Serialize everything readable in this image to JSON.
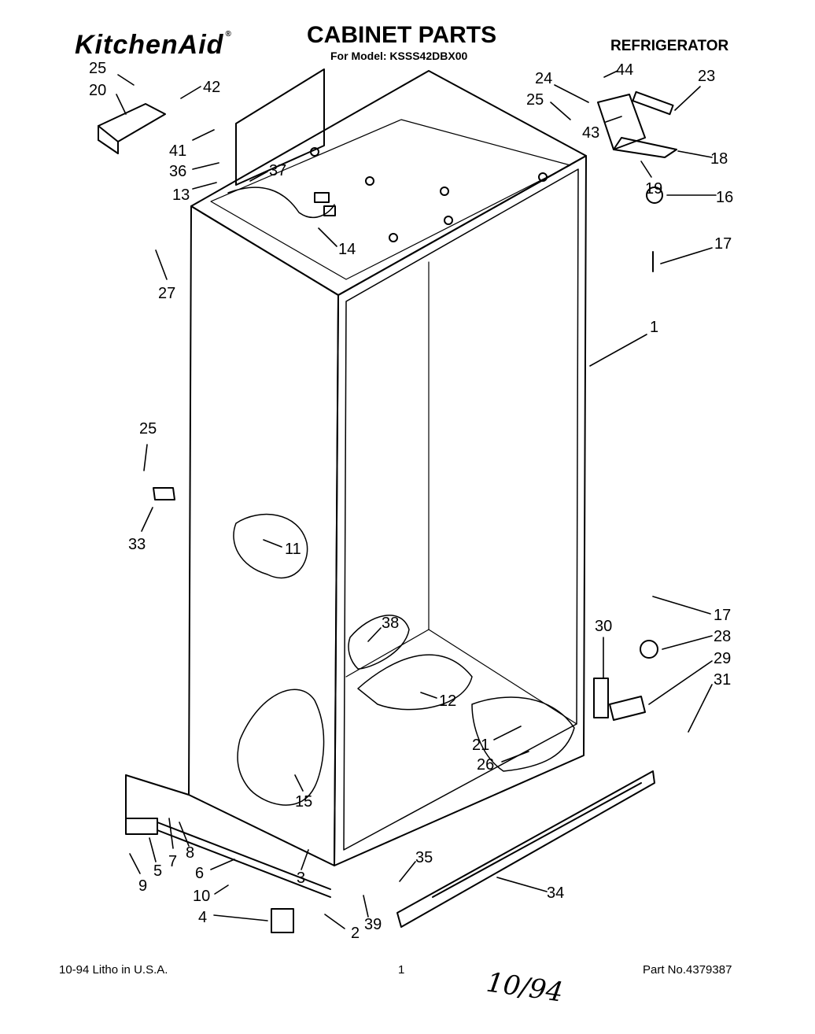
{
  "header": {
    "brand": "KitchenAid",
    "title": "CABINET PARTS",
    "model": "For Model: KSSS42DBX00",
    "product": "REFRIGERATOR"
  },
  "footer": {
    "date_litho": "10-94  Litho in U.S.A.",
    "page": "1",
    "part_no": "Part No.4379387",
    "handwritten_note": "10/94"
  },
  "callouts": [
    "25",
    "20",
    "42",
    "41",
    "36",
    "13",
    "37",
    "14",
    "27",
    "24",
    "44",
    "23",
    "25",
    "43",
    "18",
    "19",
    "16",
    "17",
    "1",
    "25",
    "33",
    "11",
    "38",
    "12",
    "17",
    "28",
    "29",
    "30",
    "31",
    "21",
    "26",
    "15",
    "35",
    "34",
    "7",
    "8",
    "5",
    "9",
    "6",
    "3",
    "10",
    "4",
    "2",
    "39"
  ]
}
